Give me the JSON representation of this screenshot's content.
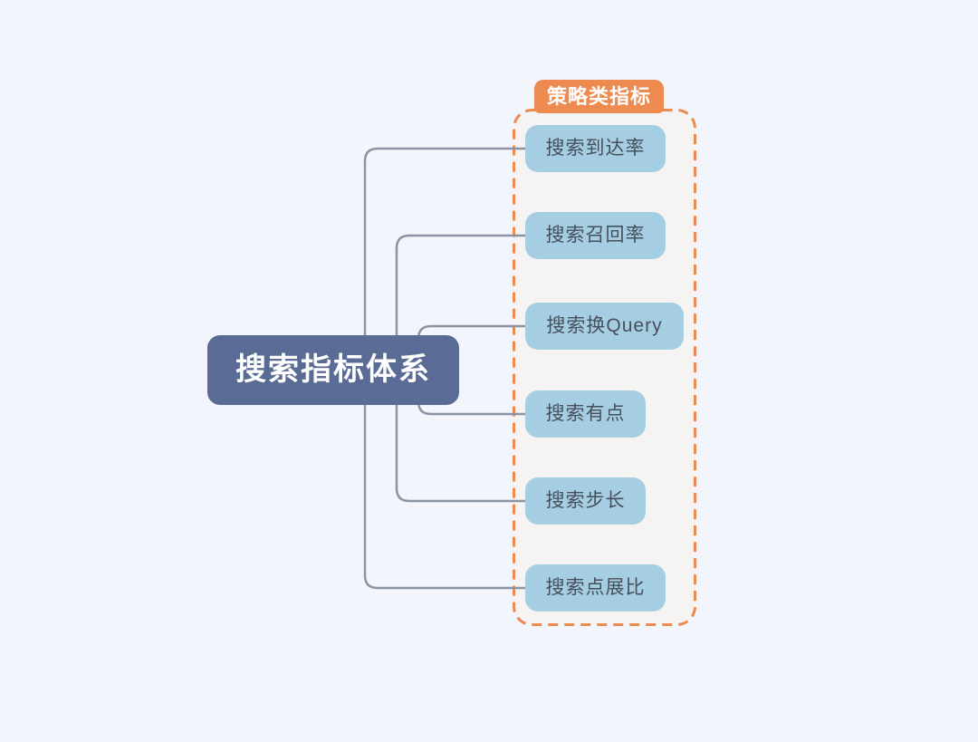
{
  "root": {
    "label": "搜索指标体系"
  },
  "group": {
    "label": "策略类指标",
    "items": [
      {
        "label": "搜索到达率"
      },
      {
        "label": "搜索召回率"
      },
      {
        "label": "搜索换Query"
      },
      {
        "label": "搜索有点"
      },
      {
        "label": "搜索步长"
      },
      {
        "label": "搜索点展比"
      }
    ]
  },
  "colors": {
    "background": "#f2f6fc",
    "group_fill": "#f5f4f2",
    "group_border": "#ec8a50",
    "group_label_bg": "#ec8a50",
    "group_label_text": "#ffffff",
    "metric_node_fill": "#a5cee3",
    "metric_node_text": "#474f5c",
    "root_node_fill": "#5a6b96",
    "root_node_text": "#ffffff",
    "connector_line": "#8b94a4"
  }
}
